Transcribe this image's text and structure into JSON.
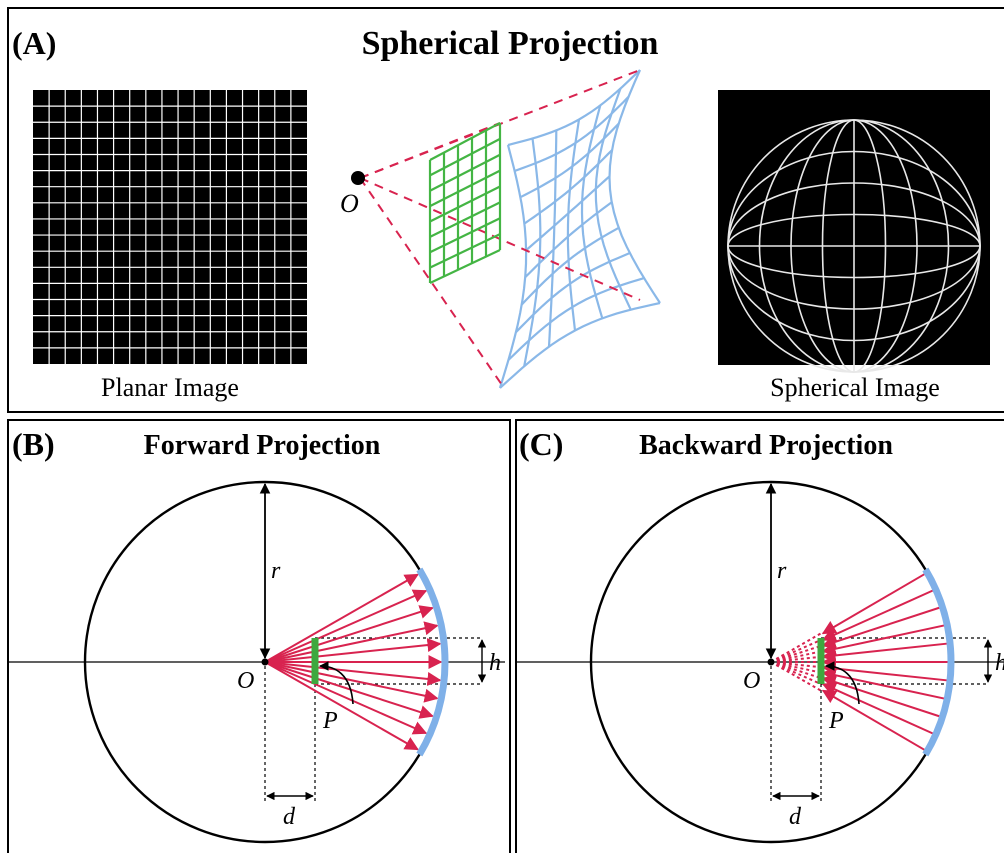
{
  "panel_a": {
    "tag": "(A)",
    "title": "Spherical Projection",
    "origin_label": "O",
    "planar_caption": "Planar Image",
    "spherical_caption": "Spherical Image"
  },
  "panel_b": {
    "tag": "(B)",
    "title": "Forward Projection",
    "labels": {
      "r": "r",
      "o": "O",
      "h": "h",
      "p": "P",
      "d": "d"
    }
  },
  "panel_c": {
    "tag": "(C)",
    "title": "Backward Projection",
    "labels": {
      "r": "r",
      "o": "O",
      "h": "h",
      "p": "P",
      "d": "d"
    }
  },
  "colors": {
    "ray": "#d8234f",
    "sphere_arc": "#7fb0e8",
    "planar_patch": "#3ea83e",
    "grid_blue": "#8ab8e8",
    "grid_green": "#44b544"
  }
}
